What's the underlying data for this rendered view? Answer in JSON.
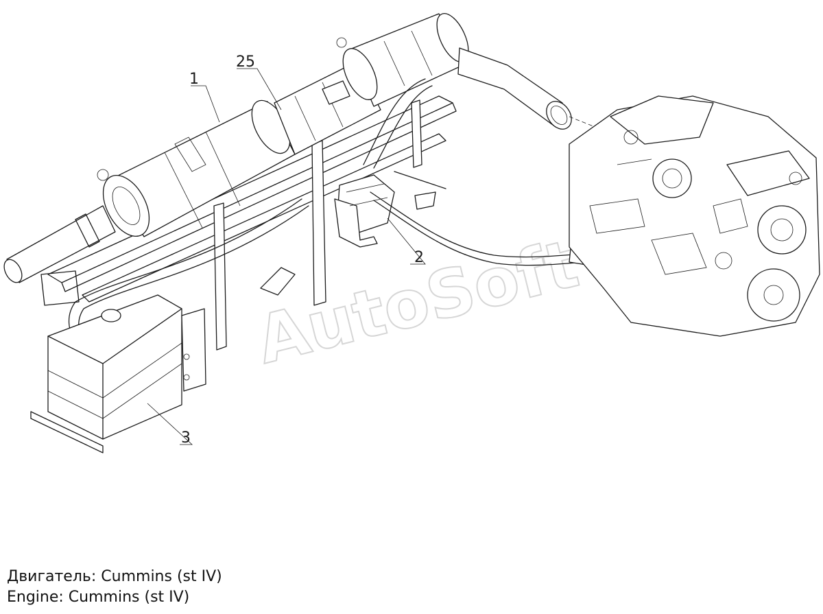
{
  "callouts": [
    "1",
    "25",
    "2",
    "3"
  ],
  "watermark": "AutoSoft",
  "caption": {
    "ru": "Двигатель: Cummins (st IV)",
    "en": "Engine: Cummins (st IV)"
  },
  "colors": {
    "line": "#1a1a1a",
    "watermark": "#d6d6d6",
    "background": "#ffffff"
  }
}
